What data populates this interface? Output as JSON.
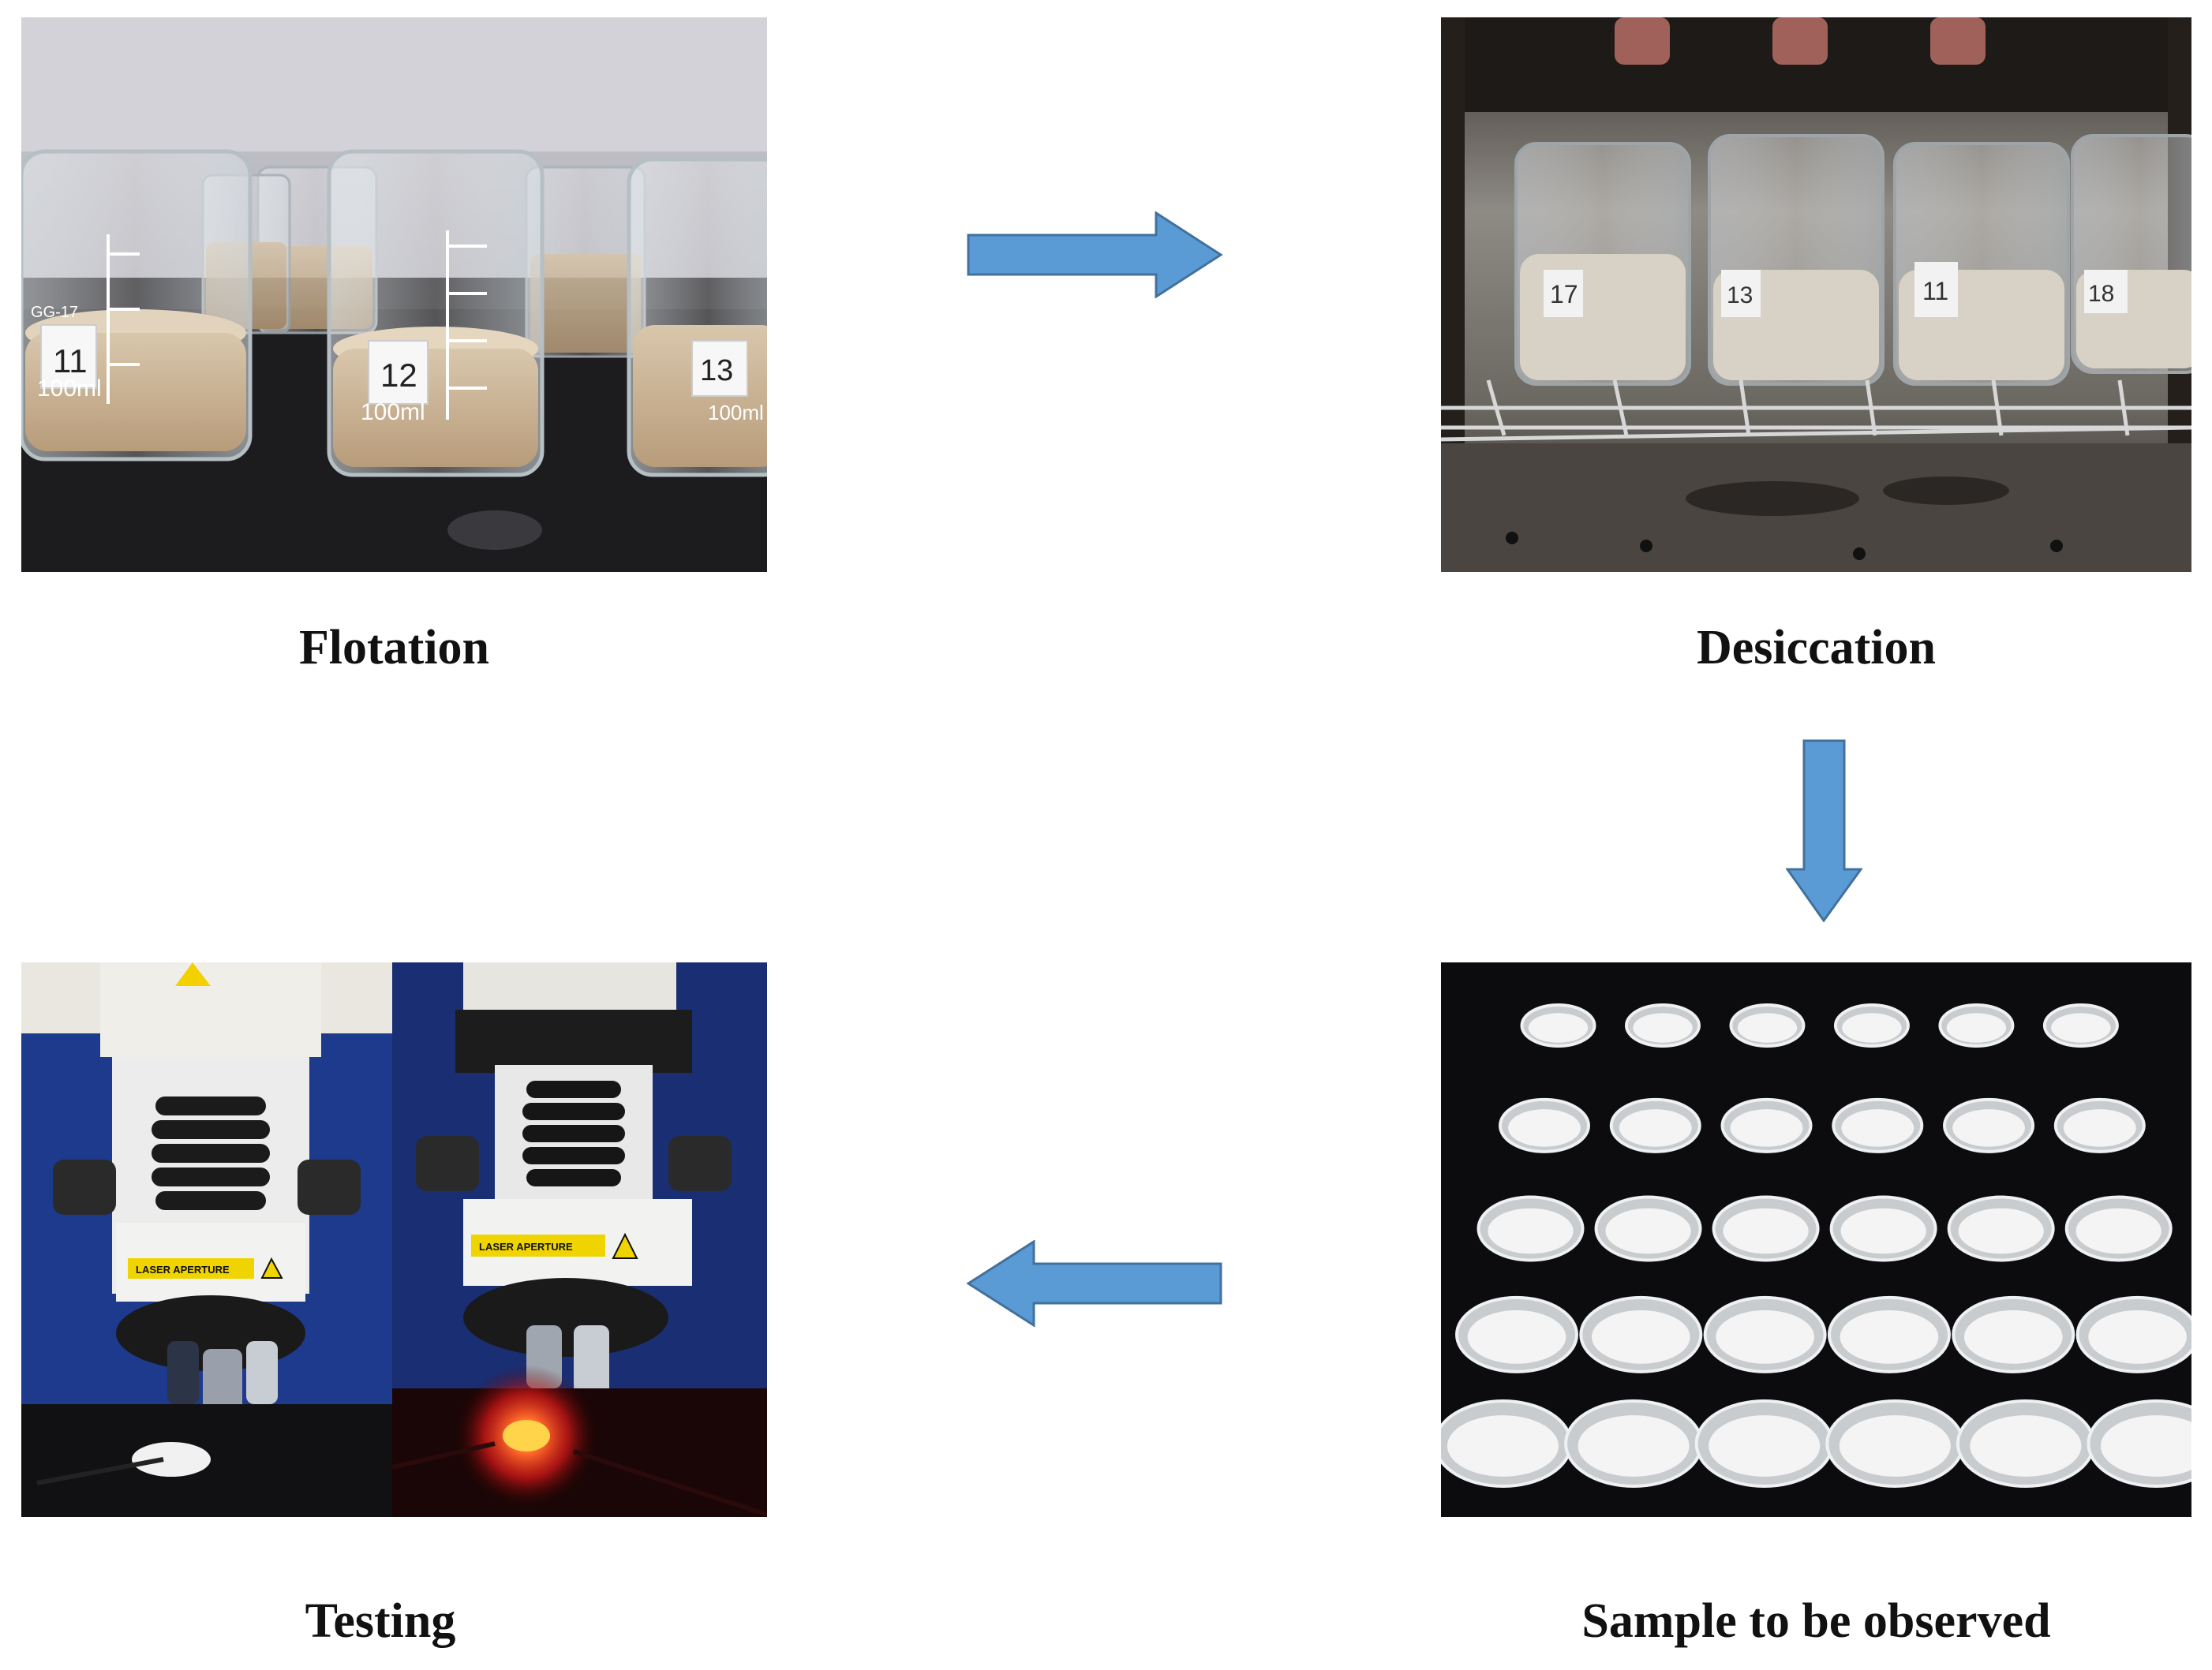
{
  "steps": {
    "flotation": {
      "label": "Flotation"
    },
    "desiccation": {
      "label": "Desiccation"
    },
    "sample": {
      "label": "Sample to be observed"
    },
    "testing": {
      "label": "Testing"
    }
  },
  "photo_text": {
    "beaker_volume": "100ml",
    "beaker_model": "GG-17",
    "laser_label": "LASER APERTURE",
    "beaker_ids": [
      "11",
      "12",
      "13",
      "17",
      "18"
    ]
  },
  "colors": {
    "arrow": "#5b9bd5",
    "arrow_stroke": "#41719c",
    "laser": "#ff2a1a"
  },
  "icons": {
    "arrow": "block-arrow"
  }
}
